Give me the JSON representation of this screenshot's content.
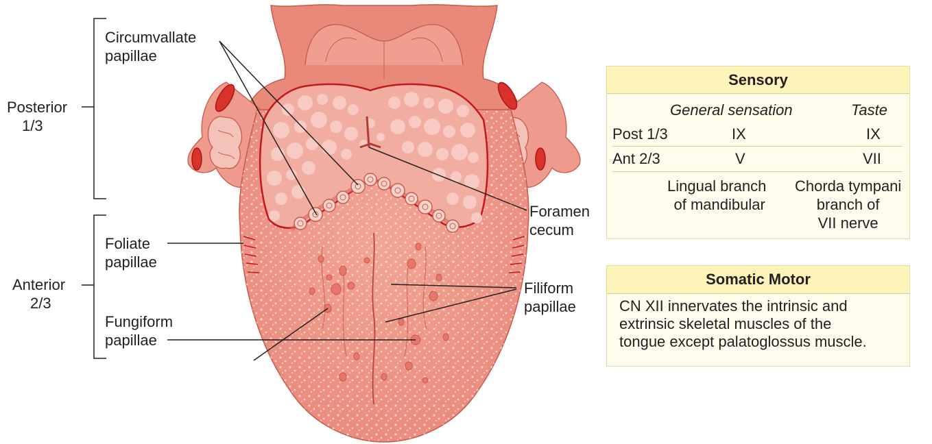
{
  "labels": {
    "posterior": [
      "Posterior",
      "1/3"
    ],
    "anterior": [
      "Anterior",
      "2/3"
    ],
    "circumvallate": [
      "Circumvallate",
      "papillae"
    ],
    "foliate": [
      "Foliate",
      "papillae"
    ],
    "fungiform": [
      "Fungiform",
      "papillae"
    ],
    "foramen": [
      "Foramen",
      "cecum"
    ],
    "filiform": [
      "Filiform",
      "papillae"
    ]
  },
  "sensory_table": {
    "title": "Sensory",
    "col_general": "General sensation",
    "col_taste": "Taste",
    "rows": [
      {
        "region": "Post 1/3",
        "general": "IX",
        "taste": "IX"
      },
      {
        "region": "Ant 2/3",
        "general": "V",
        "taste": "VII"
      }
    ],
    "general_nerve": [
      "Lingual branch",
      "of mandibular"
    ],
    "taste_nerve": [
      "Chorda tympani",
      "branch of",
      "VII nerve"
    ]
  },
  "motor_box": {
    "title": "Somatic Motor",
    "lines": [
      "CN XII innervates the intrinsic and",
      "extrinsic skeletal muscles of the",
      "tongue except palatoglossus muscle."
    ]
  },
  "colors": {
    "tongue_fill": "#e98a77",
    "tongue_stroke": "#c9594a",
    "posterior_fill": "#f4b0a4",
    "border_red": "#c4161c",
    "nodule": "#f8cdc5",
    "table_header": "#fdf4ba",
    "table_body": "#fefced"
  }
}
